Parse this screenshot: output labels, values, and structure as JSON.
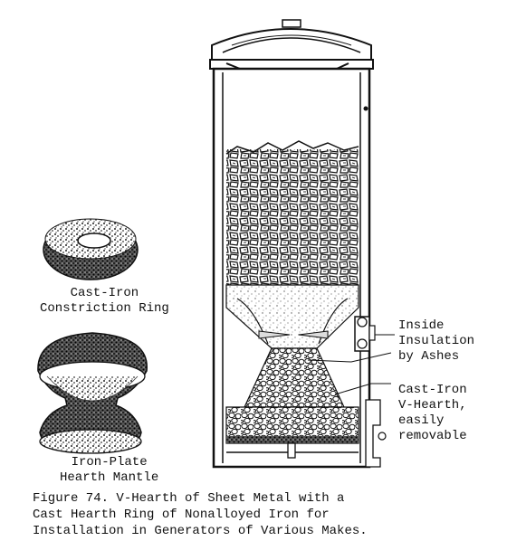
{
  "labels": {
    "constriction_ring": "Cast-Iron\nConstriction Ring",
    "hearth_mantle": "Iron-Plate\nHearth Mantle",
    "insulation": "Inside\nInsulation\nby Ashes",
    "v_hearth": "Cast-Iron\nV-Hearth,\neasily\nremovable"
  },
  "caption": "Figure 74. V-Hearth of Sheet Metal with a\nCast Hearth Ring of Nonalloyed Iron for\nInstallation in Generators of Various Makes."
}
